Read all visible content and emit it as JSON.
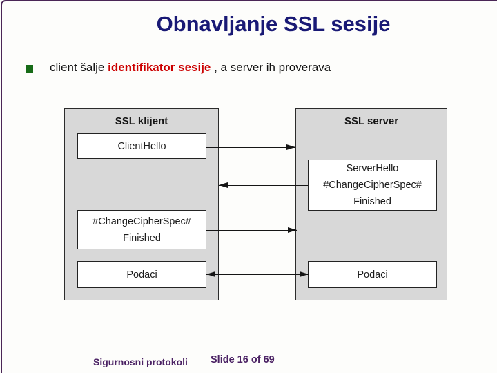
{
  "slide": {
    "title": "Obnavljanje SSL sesije",
    "bullet": {
      "text_before": "client šalje ",
      "highlight": "identifikator sesije",
      "text_after": " , a server ih proverava"
    },
    "footer_left": "Sigurnosni protokoli",
    "footer_right": "Slide 16 of 69"
  },
  "diagram": {
    "client": {
      "label": "SSL klijent",
      "box_clienthello": {
        "lines": [
          "ClientHello"
        ]
      },
      "box_finished": {
        "lines": [
          "#ChangeCipherSpec#",
          "Finished"
        ]
      },
      "box_podaci": {
        "lines": [
          "Podaci"
        ]
      }
    },
    "server": {
      "label": "SSL server",
      "box_serverhello": {
        "lines": [
          "ServerHello",
          "#ChangeCipherSpec#",
          "Finished"
        ]
      },
      "box_podaci": {
        "lines": [
          "Podaci"
        ]
      }
    },
    "arrows": [
      {
        "name": "clienthello-to-server",
        "direction": "right"
      },
      {
        "name": "serverhello-to-client",
        "direction": "left"
      },
      {
        "name": "finished-to-server",
        "direction": "right"
      },
      {
        "name": "podaci-exchange",
        "direction": "both"
      }
    ]
  },
  "colors": {
    "frame_border": "#4a2656",
    "title_navy": "#191975",
    "highlight_red": "#cc0000",
    "bullet_green": "#176b17",
    "box_gray": "#d8d8d8"
  }
}
